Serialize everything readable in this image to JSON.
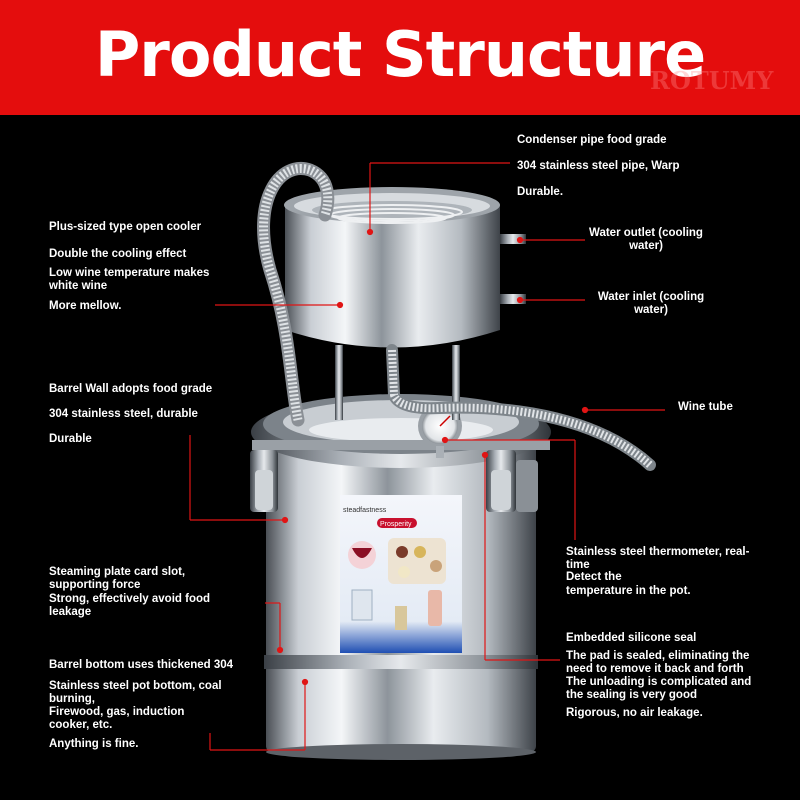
{
  "banner": {
    "title": "Product Structure",
    "brand": "ROTUMY",
    "bg_color": "#e40d0d",
    "title_color": "#ffffff"
  },
  "annotation_color": "#e01515",
  "labels": {
    "condenser": [
      "Condenser pipe food grade",
      "304 stainless steel pipe, Warp",
      "Durable."
    ],
    "cooler": [
      "Plus-sized type open cooler",
      "Double the cooling effect",
      "Low wine temperature makes white wine",
      "More mellow."
    ],
    "water_outlet": [
      "Water outlet (cooling",
      "water)"
    ],
    "water_inlet": [
      "Water inlet (cooling",
      "water)"
    ],
    "barrel_wall": [
      "Barrel Wall adopts food grade",
      "304 stainless steel, durable",
      "Durable"
    ],
    "wine_tube": "Wine tube",
    "thermometer": [
      "Stainless steel thermometer, real-time",
      "Detect the",
      "temperature in the pot."
    ],
    "steaming_plate": [
      "Steaming plate card slot, supporting force",
      "Strong, effectively avoid food leakage"
    ],
    "silicone": [
      "Embedded silicone seal",
      "The pad is sealed, eliminating the need to remove it back and forth",
      "The unloading is complicated and the sealing is very good",
      "Rigorous, no air leakage."
    ],
    "barrel_bottom": [
      "Barrel bottom uses thickened 304",
      "Stainless steel pot bottom, coal burning,",
      "Firewood, gas, induction cooker, etc.",
      "Anything is fine."
    ]
  },
  "panel": {
    "line1": "steadfastness",
    "line2": "Prosperity"
  },
  "icons": [
    "pot-still-illustration",
    "thermometer-icon",
    "coil-pipe-icon",
    "wine-tube-icon",
    "clamp-icon"
  ]
}
